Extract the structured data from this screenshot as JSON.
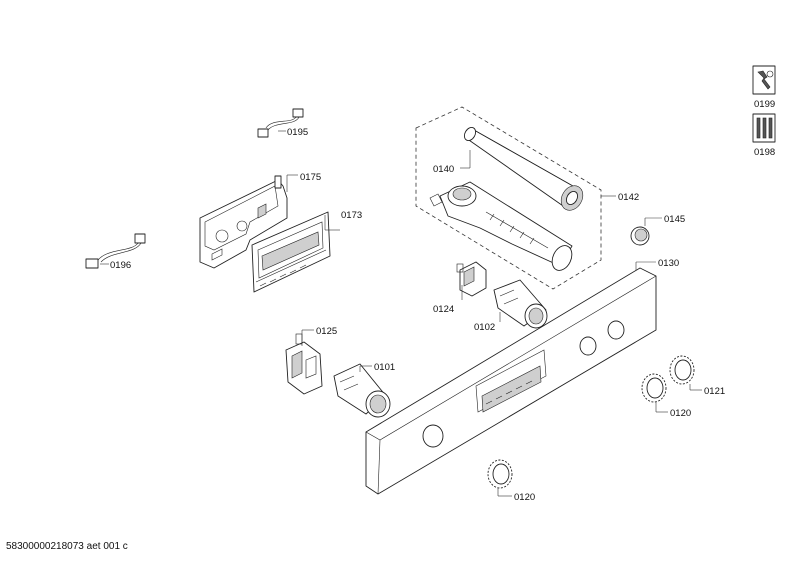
{
  "labels": {
    "p0195": "0195",
    "p0175": "0175",
    "p0173": "0173",
    "p0196": "0196",
    "p0140": "0140",
    "p0142": "0142",
    "p0145": "0145",
    "p0130": "0130",
    "p0124": "0124",
    "p0102": "0102",
    "p0125": "0125",
    "p0101": "0101",
    "p0121": "0121",
    "p0120a": "0120",
    "p0120b": "0120",
    "p0199": "0199",
    "p0198": "0198"
  },
  "footer": "58300000218073 aet 001 c"
}
